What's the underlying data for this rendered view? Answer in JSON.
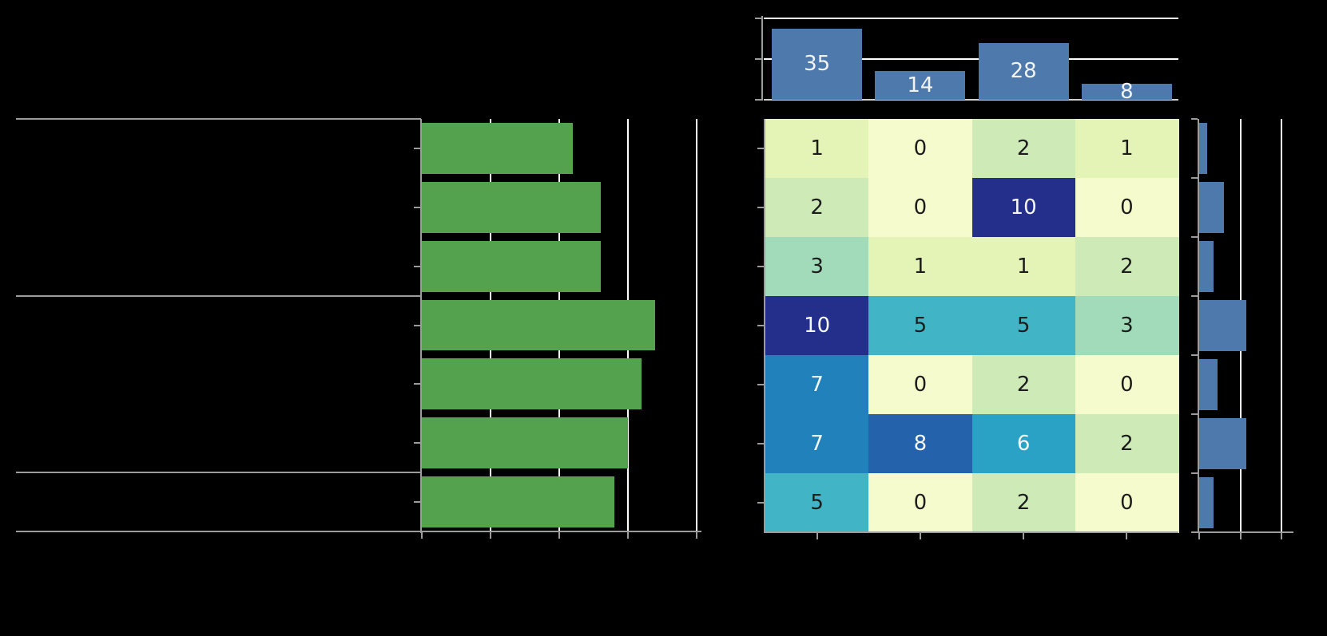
{
  "figure": {
    "background": "#000000",
    "description_visible_text_only": true
  },
  "colors": {
    "axis_gray": "#9c9c9c",
    "grid_white": "#ffffff",
    "baseline_light": "#cfcfcf",
    "green_bar": "#55a24e",
    "blue_bar": "#4d79ad",
    "annot_dark": "#1c1c1c",
    "annot_light": "#f5f8f8",
    "bar_label_light": "#f2f4f4"
  },
  "chart_data": [
    {
      "id": "left-mean-bars",
      "type": "bar",
      "orientation": "horizontal",
      "values": [
        2.2,
        2.6,
        2.6,
        3.4,
        3.2,
        3.0,
        2.8
      ],
      "xlim": [
        0,
        4
      ],
      "xticks": [
        0,
        1,
        2,
        3,
        4
      ],
      "grid": "vertical-white-below-bars",
      "bar_color": "#55a24e",
      "row_group_separators_after_rows": [
        0,
        3,
        6
      ],
      "tick_labels_visible": false
    },
    {
      "id": "top-column-totals",
      "type": "bar",
      "orientation": "vertical",
      "values": [
        35,
        14,
        28,
        8
      ],
      "labels": [
        "35",
        "14",
        "28",
        "8"
      ],
      "ylim": [
        0,
        41
      ],
      "gridlines_at": [
        20,
        40
      ],
      "grid": "horizontal-white-below-bars",
      "bar_color": "#4d79ad",
      "label_color": "#f2f4f4",
      "tick_labels_visible": false
    },
    {
      "id": "heatmap-counts",
      "type": "heatmap",
      "rows": 7,
      "cols": 4,
      "values": [
        [
          1,
          0,
          2,
          1
        ],
        [
          2,
          0,
          10,
          0
        ],
        [
          3,
          1,
          1,
          2
        ],
        [
          10,
          5,
          5,
          3
        ],
        [
          7,
          0,
          2,
          0
        ],
        [
          7,
          8,
          6,
          2
        ],
        [
          5,
          0,
          2,
          0
        ]
      ],
      "vmin": 0,
      "vmax": 10,
      "colormap": "YlGnBu",
      "value_colors": {
        "0": "#f6fbcd",
        "1": "#e3f4b6",
        "2": "#cdeab7",
        "3": "#a1dbba",
        "5": "#41b5c5",
        "6": "#29a2c5",
        "7": "#2181ba",
        "8": "#2463ab",
        "10": "#232f8a"
      },
      "annot_light_text_min": 6,
      "tick_labels_visible": false
    },
    {
      "id": "right-row-totals",
      "type": "bar",
      "orientation": "horizontal",
      "values": [
        4,
        12,
        7,
        23,
        9,
        23,
        7
      ],
      "xlim": [
        0,
        45
      ],
      "gridlines_at": [
        20,
        40
      ],
      "grid": "vertical-white-below-bars",
      "bar_color": "#4d79ad",
      "tick_labels_visible": false
    }
  ]
}
